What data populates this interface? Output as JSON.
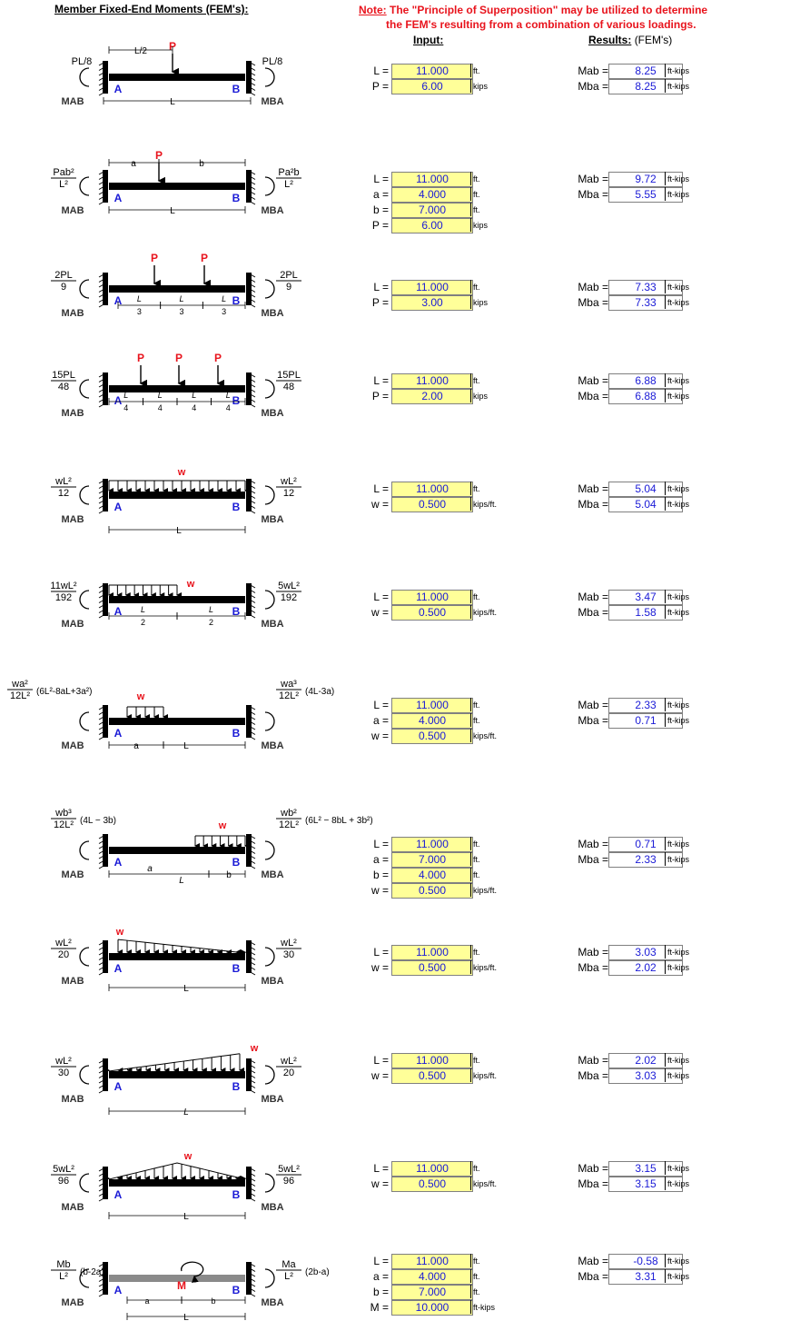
{
  "header": {
    "title": "Member Fixed-End Moments (FEM's):",
    "note_label": "Note:",
    "note_line1": "The \"Principle of Superposition\" may be utilized to determine",
    "note_line2": "the FEM's resulting from a combination of various loadings.",
    "input_label": "Input:",
    "results_label": "Results:",
    "results_suffix": "(FEM's)"
  },
  "labels": {
    "mab": "Mab =",
    "mba": "Mba =",
    "moment_unit": "ft-kips"
  },
  "cases": [
    {
      "id": "center-point-load",
      "inputs": [
        {
          "label": "L =",
          "value": "11.000",
          "unit": "ft."
        },
        {
          "label": "P =",
          "value": "6.00",
          "unit": "kips"
        }
      ],
      "mab": "8.25",
      "mba": "8.25",
      "diagram": {
        "left_formula": "PL/8",
        "right_formula": "PL/8",
        "top_dim": "L/2",
        "span": "L",
        "load": "P",
        "end_a": "A",
        "end_b": "B",
        "mab_label": "MAB",
        "mba_label": "MBA"
      }
    },
    {
      "id": "offset-point-load",
      "inputs": [
        {
          "label": "L =",
          "value": "11.000",
          "unit": "ft."
        },
        {
          "label": "a =",
          "value": "4.000",
          "unit": "ft."
        },
        {
          "label": "b =",
          "value": "7.000",
          "unit": "ft."
        },
        {
          "label": "P =",
          "value": "6.00",
          "unit": "kips"
        }
      ],
      "mab": "9.72",
      "mba": "5.55",
      "diagram": {
        "left_num": "Pab²",
        "left_den": "L²",
        "right_num": "Pa²b",
        "right_den": "L²",
        "dim_a": "a",
        "dim_b": "b",
        "span": "L",
        "load": "P",
        "end_a": "A",
        "end_b": "B",
        "mab_label": "MAB",
        "mba_label": "MBA"
      }
    },
    {
      "id": "two-point-loads",
      "inputs": [
        {
          "label": "L =",
          "value": "11.000",
          "unit": "ft."
        },
        {
          "label": "P =",
          "value": "3.00",
          "unit": "kips"
        }
      ],
      "mab": "7.33",
      "mba": "7.33",
      "diagram": {
        "left_num": "2PL",
        "left_den": "9",
        "right_num": "2PL",
        "right_den": "9",
        "seg_num": "L",
        "seg_den": "3",
        "load": "P",
        "end_a": "A",
        "end_b": "B",
        "mab_label": "MAB",
        "mba_label": "MBA"
      }
    },
    {
      "id": "three-point-loads",
      "inputs": [
        {
          "label": "L =",
          "value": "11.000",
          "unit": "ft."
        },
        {
          "label": "P =",
          "value": "2.00",
          "unit": "kips"
        }
      ],
      "mab": "6.88",
      "mba": "6.88",
      "diagram": {
        "left_num": "15PL",
        "left_den": "48",
        "right_num": "15PL",
        "right_den": "48",
        "seg_num": "L",
        "seg_den": "4",
        "load": "P",
        "end_a": "A",
        "end_b": "B",
        "mab_label": "MAB",
        "mba_label": "MBA"
      }
    },
    {
      "id": "full-uniform-load",
      "inputs": [
        {
          "label": "L =",
          "value": "11.000",
          "unit": "ft."
        },
        {
          "label": "w =",
          "value": "0.500",
          "unit": "kips/ft."
        }
      ],
      "mab": "5.04",
      "mba": "5.04",
      "diagram": {
        "left_num": "wL²",
        "left_den": "12",
        "right_num": "wL²",
        "right_den": "12",
        "span": "L",
        "load": "w",
        "end_a": "A",
        "end_b": "B",
        "mab_label": "MAB",
        "mba_label": "MBA"
      }
    },
    {
      "id": "half-uniform-load",
      "inputs": [
        {
          "label": "L =",
          "value": "11.000",
          "unit": "ft."
        },
        {
          "label": "w =",
          "value": "0.500",
          "unit": "kips/ft."
        }
      ],
      "mab": "3.47",
      "mba": "1.58",
      "diagram": {
        "left_num": "11wL²",
        "left_den": "192",
        "right_num": "5wL²",
        "right_den": "192",
        "seg_num": "L",
        "seg_den": "2",
        "load": "w",
        "end_a": "A",
        "end_b": "B",
        "mab_label": "MAB",
        "mba_label": "MBA"
      }
    },
    {
      "id": "partial-uniform-left",
      "inputs": [
        {
          "label": "L =",
          "value": "11.000",
          "unit": "ft."
        },
        {
          "label": "a =",
          "value": "4.000",
          "unit": "ft."
        },
        {
          "label": "w =",
          "value": "0.500",
          "unit": "kips/ft."
        }
      ],
      "mab": "2.33",
      "mba": "0.71",
      "diagram": {
        "left_num": "wa²",
        "left_den": "12L²",
        "left_tail": "(6L²-8aL+3a²)",
        "right_num": "wa³",
        "right_den": "12L²",
        "right_tail": "(4L-3a)",
        "dim_a": "a",
        "span": "L",
        "load": "w",
        "end_a": "A",
        "end_b": "B",
        "mab_label": "MAB",
        "mba_label": "MBA"
      }
    },
    {
      "id": "partial-uniform-right",
      "inputs": [
        {
          "label": "L =",
          "value": "11.000",
          "unit": "ft."
        },
        {
          "label": "a =",
          "value": "7.000",
          "unit": "ft."
        },
        {
          "label": "b =",
          "value": "4.000",
          "unit": "ft."
        },
        {
          "label": "w =",
          "value": "0.500",
          "unit": "kips/ft."
        }
      ],
      "mab": "0.71",
      "mba": "2.33",
      "diagram": {
        "left_num": "wb³",
        "left_den": "12L²",
        "left_tail": "(4L − 3b)",
        "right_num": "wb²",
        "right_den": "12L²",
        "right_tail": "(6L² − 8bL + 3b²)",
        "dim_a": "a",
        "dim_b": "b",
        "span": "L",
        "load": "w",
        "end_a": "A",
        "end_b": "B",
        "mab_label": "MAB",
        "mba_label": "MBA"
      }
    },
    {
      "id": "triangular-left-max",
      "inputs": [
        {
          "label": "L =",
          "value": "11.000",
          "unit": "ft."
        },
        {
          "label": "w =",
          "value": "0.500",
          "unit": "kips/ft."
        }
      ],
      "mab": "3.03",
      "mba": "2.02",
      "diagram": {
        "left_num": "wL²",
        "left_den": "20",
        "right_num": "wL²",
        "right_den": "30",
        "span": "L",
        "load": "w",
        "end_a": "A",
        "end_b": "B",
        "mab_label": "MAB",
        "mba_label": "MBA"
      }
    },
    {
      "id": "triangular-right-max",
      "inputs": [
        {
          "label": "L =",
          "value": "11.000",
          "unit": "ft."
        },
        {
          "label": "w =",
          "value": "0.500",
          "unit": "kips/ft."
        }
      ],
      "mab": "2.02",
      "mba": "3.03",
      "diagram": {
        "left_num": "wL²",
        "left_den": "30",
        "right_num": "wL²",
        "right_den": "20",
        "span": "L",
        "load": "w",
        "end_a": "A",
        "end_b": "B",
        "mab_label": "MAB",
        "mba_label": "MBA"
      }
    },
    {
      "id": "triangular-center-max",
      "inputs": [
        {
          "label": "L =",
          "value": "11.000",
          "unit": "ft."
        },
        {
          "label": "w =",
          "value": "0.500",
          "unit": "kips/ft."
        }
      ],
      "mab": "3.15",
      "mba": "3.15",
      "diagram": {
        "left_num": "5wL²",
        "left_den": "96",
        "right_num": "5wL²",
        "right_den": "96",
        "span": "L",
        "load": "w",
        "end_a": "A",
        "end_b": "B",
        "mab_label": "MAB",
        "mba_label": "MBA"
      }
    },
    {
      "id": "applied-moment",
      "inputs": [
        {
          "label": "L =",
          "value": "11.000",
          "unit": "ft."
        },
        {
          "label": "a =",
          "value": "4.000",
          "unit": "ft."
        },
        {
          "label": "b =",
          "value": "7.000",
          "unit": "ft."
        },
        {
          "label": "M =",
          "value": "10.000",
          "unit": "ft-kips"
        }
      ],
      "mab": "-0.58",
      "mba": "3.31",
      "diagram": {
        "left_num": "Mb",
        "left_den": "L²",
        "left_tail": "(b-2a)",
        "right_num": "Ma",
        "right_den": "L²",
        "right_tail": "(2b-a)",
        "dim_a": "a",
        "dim_b": "b",
        "span": "L",
        "load": "M",
        "end_a": "A",
        "end_b": "B",
        "mab_label": "MAB",
        "mba_label": "MBA"
      }
    }
  ]
}
